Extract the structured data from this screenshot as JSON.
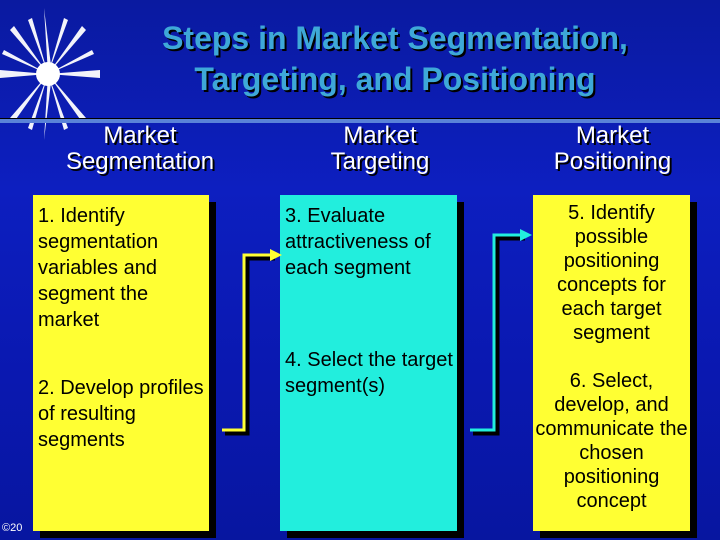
{
  "title": {
    "line1": "Steps in Market Segmentation,",
    "line2": "Targeting, and Positioning"
  },
  "columns": [
    {
      "heading_line1": "Market",
      "heading_line2": "Segmentation"
    },
    {
      "heading_line1": "Market",
      "heading_line2": "Targeting"
    },
    {
      "heading_line1": "Market",
      "heading_line2": "Positioning"
    }
  ],
  "steps": {
    "step1": "1. Identify segmentation variables and segment the market",
    "step2": "2. Develop profiles of resulting segments",
    "step3": "3. Evaluate attractiveness of each segment",
    "step4": "4. Select the target segment(s)",
    "step5": "5. Identify possible positioning concepts for each target segment",
    "step6": "6. Select, develop, and communicate the chosen positioning concept"
  },
  "footer": {
    "copyright": "©20"
  },
  "colors": {
    "title": "#3ea8d8",
    "box_yellow": "#ffff33",
    "box_cyan": "#22eedd",
    "background": "#0d1fc0"
  },
  "icons": {
    "decoration": "starburst-icon"
  }
}
